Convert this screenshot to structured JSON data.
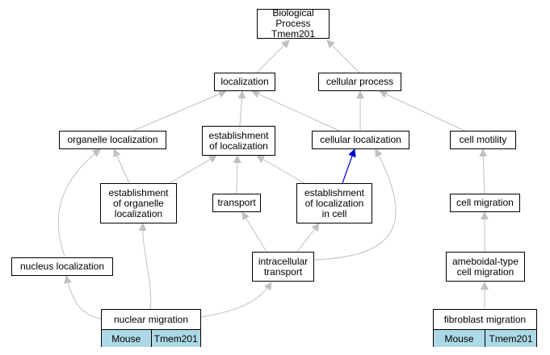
{
  "nodes": {
    "root": "Biological Process\nTmem201",
    "localization": "localization",
    "cellular_process": "cellular process",
    "organelle_localization": "organelle localization",
    "establishment_of_localization": "establishment\nof localization",
    "cellular_localization": "cellular localization",
    "cell_motility": "cell motility",
    "establishment_of_organelle_localization": "establishment\nof organelle\nlocalization",
    "transport": "transport",
    "establishment_of_localization_in_cell": "establishment\nof localization\nin cell",
    "cell_migration": "cell migration",
    "nucleus_localization": "nucleus localization",
    "intracellular_transport": "intracellular\ntransport",
    "ameboidal_type_cell_migration": "ameboidal-type\ncell migration"
  },
  "leaves": {
    "nuclear_migration": {
      "label": "nuclear migration",
      "organism": "Mouse",
      "gene": "Tmem201"
    },
    "fibroblast_migration": {
      "label": "fibroblast migration",
      "organism": "Mouse",
      "gene": "Tmem201"
    }
  },
  "colors": {
    "edge": "#c0c0c0",
    "highlight_edge": "#0000cd",
    "leaf_tag": "#add8e6"
  }
}
